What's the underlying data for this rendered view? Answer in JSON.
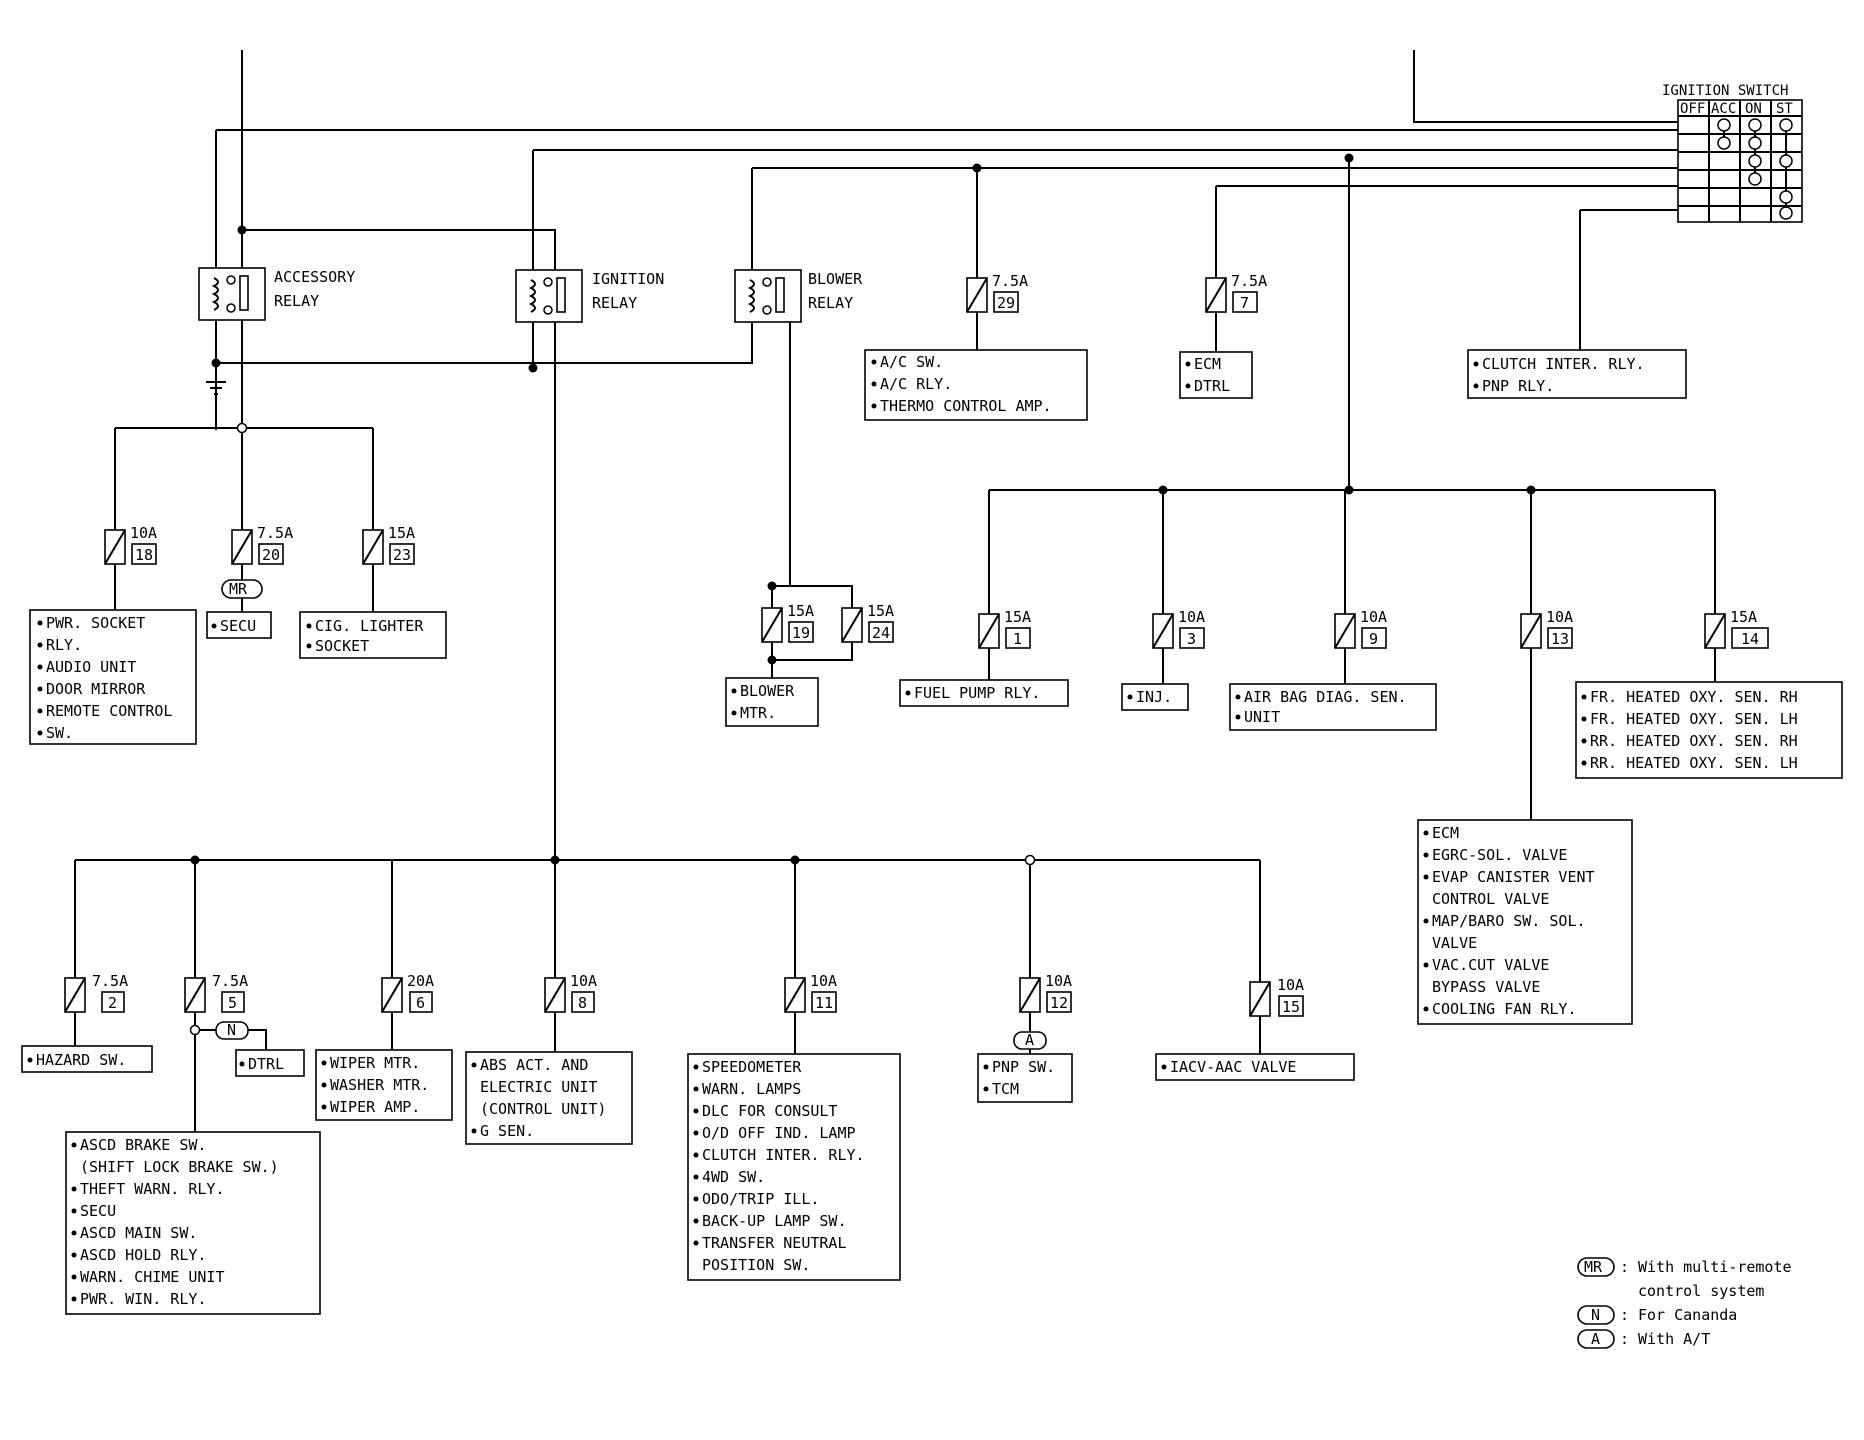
{
  "ignition_switch": {
    "title": "IGNITION SWITCH",
    "positions": [
      "OFF",
      "ACC",
      "ON",
      "ST"
    ]
  },
  "relays": {
    "accessory": [
      "ACCESSORY",
      "RELAY"
    ],
    "ignition": [
      "IGNITION",
      "RELAY"
    ],
    "blower": [
      "BLOWER",
      "RELAY"
    ]
  },
  "fuses": [
    {
      "rating": "10A",
      "number": "18"
    },
    {
      "rating": "7.5A",
      "number": "20"
    },
    {
      "rating": "15A",
      "number": "23"
    },
    {
      "rating": "7.5A",
      "number": "29"
    },
    {
      "rating": "7.5A",
      "number": "7"
    },
    {
      "rating": "15A",
      "number": "19"
    },
    {
      "rating": "15A",
      "number": "24"
    },
    {
      "rating": "15A",
      "number": "1"
    },
    {
      "rating": "10A",
      "number": "3"
    },
    {
      "rating": "10A",
      "number": "9"
    },
    {
      "rating": "10A",
      "number": "13"
    },
    {
      "rating": "15A",
      "number": "14"
    },
    {
      "rating": "7.5A",
      "number": "2"
    },
    {
      "rating": "7.5A",
      "number": "5"
    },
    {
      "rating": "20A",
      "number": "6"
    },
    {
      "rating": "10A",
      "number": "8"
    },
    {
      "rating": "10A",
      "number": "11"
    },
    {
      "rating": "10A",
      "number": "12"
    },
    {
      "rating": "10A",
      "number": "15"
    }
  ],
  "loads": {
    "f18": [
      "PWR. SOCKET",
      "RLY.",
      "AUDIO UNIT",
      "DOOR MIRROR",
      "REMOTE CONTROL",
      "SW."
    ],
    "f20": [
      "SECU"
    ],
    "f23": [
      "CIG. LIGHTER",
      "SOCKET"
    ],
    "f29": [
      "A/C SW.",
      "A/C RLY.",
      "THERMO CONTROL AMP."
    ],
    "f7": [
      "ECM",
      "DTRL"
    ],
    "clutch": [
      "CLUTCH INTER. RLY.",
      "PNP RLY."
    ],
    "blower": [
      "BLOWER",
      "MTR."
    ],
    "f1": [
      "FUEL PUMP RLY."
    ],
    "f3": [
      "INJ."
    ],
    "f9": [
      "AIR BAG DIAG. SEN.",
      "UNIT"
    ],
    "f14": [
      "FR. HEATED OXY. SEN. RH",
      "FR. HEATED OXY. SEN. LH",
      "RR. HEATED OXY. SEN. RH",
      "RR. HEATED OXY. SEN. LH"
    ],
    "f13": [
      "ECM",
      "EGRC-SOL. VALVE",
      "EVAP CANISTER VENT",
      "CONTROL VALVE",
      "MAP/BARO SW. SOL.",
      "VALVE",
      "VAC.CUT VALVE",
      "BYPASS VALVE",
      "COOLING FAN RLY."
    ],
    "f2": [
      "HAZARD SW."
    ],
    "f5_dtrl": [
      "DTRL"
    ],
    "f5": [
      "ASCD BRAKE SW.",
      "(SHIFT LOCK BRAKE SW.)",
      "THEFT WARN. RLY.",
      "SECU",
      "ASCD MAIN SW.",
      "ASCD HOLD RLY.",
      "WARN. CHIME UNIT",
      "PWR. WIN. RLY."
    ],
    "f6": [
      "WIPER MTR.",
      "WASHER MTR.",
      "WIPER AMP."
    ],
    "f8": [
      "ABS ACT. AND",
      "ELECTRIC UNIT",
      "(CONTROL UNIT)",
      "G SEN."
    ],
    "f11": [
      "SPEEDOMETER",
      "WARN. LAMPS",
      "DLC FOR CONSULT",
      "O/D OFF IND. LAMP",
      "CLUTCH INTER. RLY.",
      "4WD SW.",
      "ODO/TRIP ILL.",
      "BACK-UP LAMP SW.",
      "TRANSFER NEUTRAL",
      "POSITION SW."
    ],
    "f12": [
      "PNP SW.",
      "TCM"
    ],
    "f15": [
      "IACV-AAC VALVE"
    ]
  },
  "badges": {
    "mr": "MR",
    "n": "N",
    "a": "A"
  },
  "legend": [
    {
      "code": "MR",
      "text": [
        "With multi-remote",
        "control system"
      ]
    },
    {
      "code": "N",
      "text": [
        "For Cananda"
      ]
    },
    {
      "code": "A",
      "text": [
        "With A/T"
      ]
    }
  ]
}
